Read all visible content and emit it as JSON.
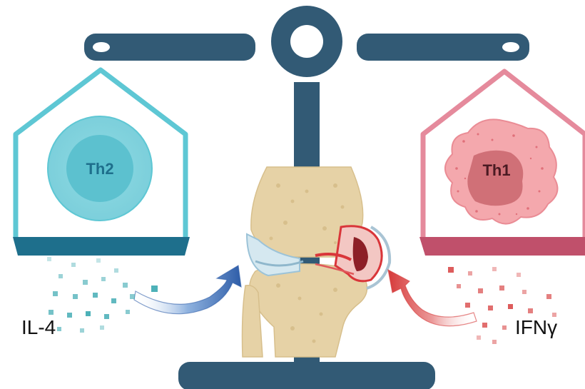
{
  "left_cell": {
    "label": "Th2"
  },
  "right_cell": {
    "label": "Th1"
  },
  "left_cytokine": {
    "label": "IL-4"
  },
  "right_cytokine": {
    "label": "IFNγ"
  },
  "colors": {
    "scale": "#325a75",
    "th2_accent": "#5ec7d4",
    "th2_dark": "#1e6f8c",
    "th1_accent": "#e58a9c",
    "th1_dark": "#c0506b",
    "bone": "#e6d2a6",
    "inflammation": "#d9363a",
    "arrow_blue": "#2e5da8",
    "arrow_red": "#d63a3a"
  },
  "icons": [
    "balance-scale-icon",
    "knee-joint-icon",
    "curved-arrow-icon"
  ]
}
